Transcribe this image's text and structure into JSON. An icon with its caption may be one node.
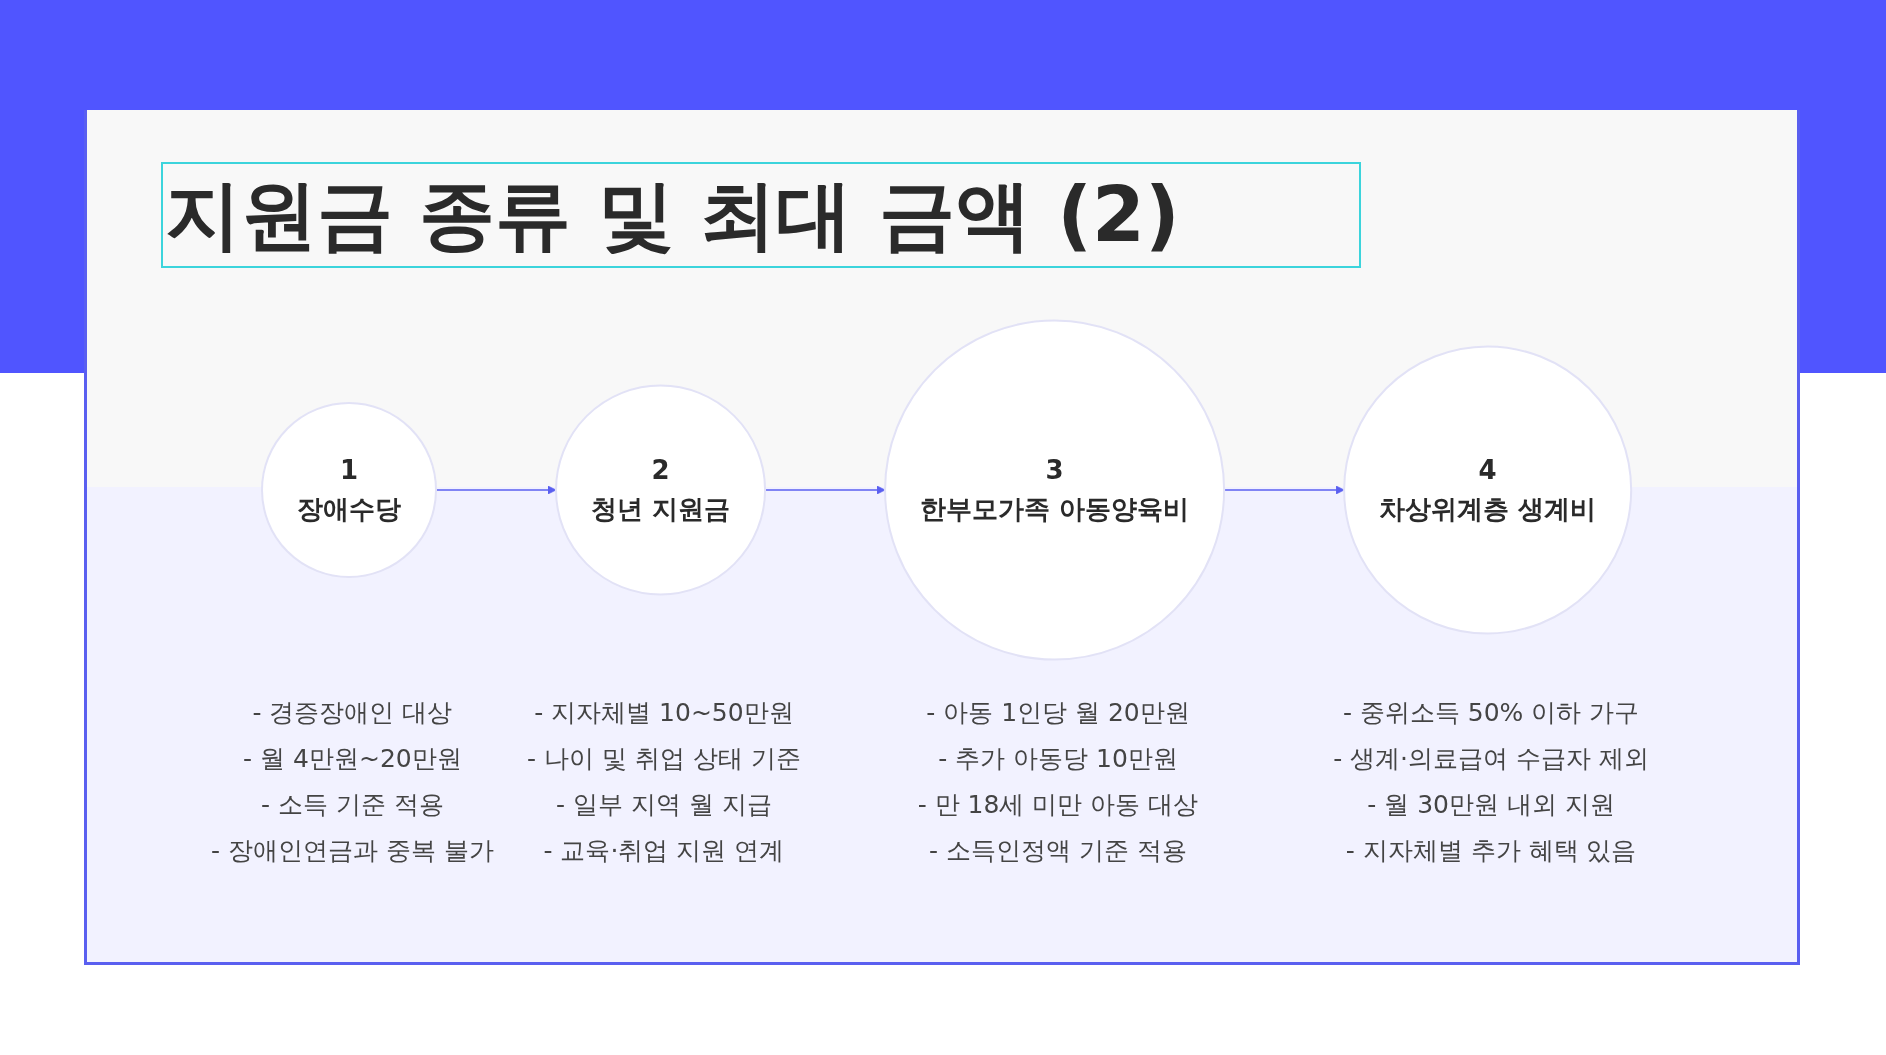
{
  "diagram": {
    "title": "지원금 종류 및 최대 금액 (2)",
    "nodes": [
      {
        "text": [
          "1",
          "장애수당"
        ],
        "beside": [
          "- 경증장애인 대상",
          "- 월 4만원~20만원",
          "- 소득 기준 적용",
          "- 장애인연금과 중복 불가"
        ]
      },
      {
        "text": [
          "2",
          "청년 지원금"
        ],
        "beside": [
          "- 지자체별 10~50만원",
          "- 나이 및 취업 상태 기준",
          "- 일부 지역 월 지급",
          "- 교육·취업 지원 연계"
        ]
      },
      {
        "text": [
          "3",
          "한부모가족 아동양육비"
        ],
        "beside": [
          "- 아동 1인당 월 20만원",
          "- 추가 아동당 10만원",
          "- 만 18세 미만 아동 대상",
          "- 소득인정액 기준 적용"
        ]
      },
      {
        "text": [
          "4",
          "차상위계층 생계비"
        ],
        "beside": [
          "- 중위소득 50% 이하 가구",
          "- 생계·의료급여 수급자 제외",
          "- 월 30만원 내외 지원",
          "- 지자체별 추가 혜택 있음"
        ]
      }
    ],
    "edges": [
      {
        "from": 0,
        "to": 1,
        "arrow": "to"
      },
      {
        "from": 1,
        "to": 2,
        "arrow": "to"
      },
      {
        "from": 2,
        "to": 3,
        "arrow": "to"
      }
    ]
  }
}
